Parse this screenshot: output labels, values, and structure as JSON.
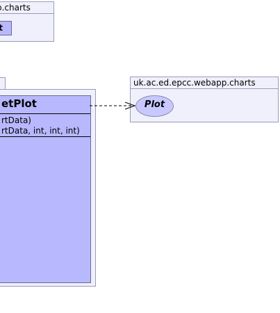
{
  "top_package": {
    "name": "p.charts",
    "mini_class_name": "ot"
  },
  "left_package": {
    "class": {
      "name": "etPlot",
      "methods": [
        "rtData)",
        "rtData, int, int, int)"
      ]
    }
  },
  "right_package": {
    "name": "uk.ac.ed.epcc.webapp.charts",
    "interface": {
      "name": "Plot"
    }
  },
  "relation": {
    "type": "dependency",
    "style": "dashed",
    "arrow": "open"
  }
}
